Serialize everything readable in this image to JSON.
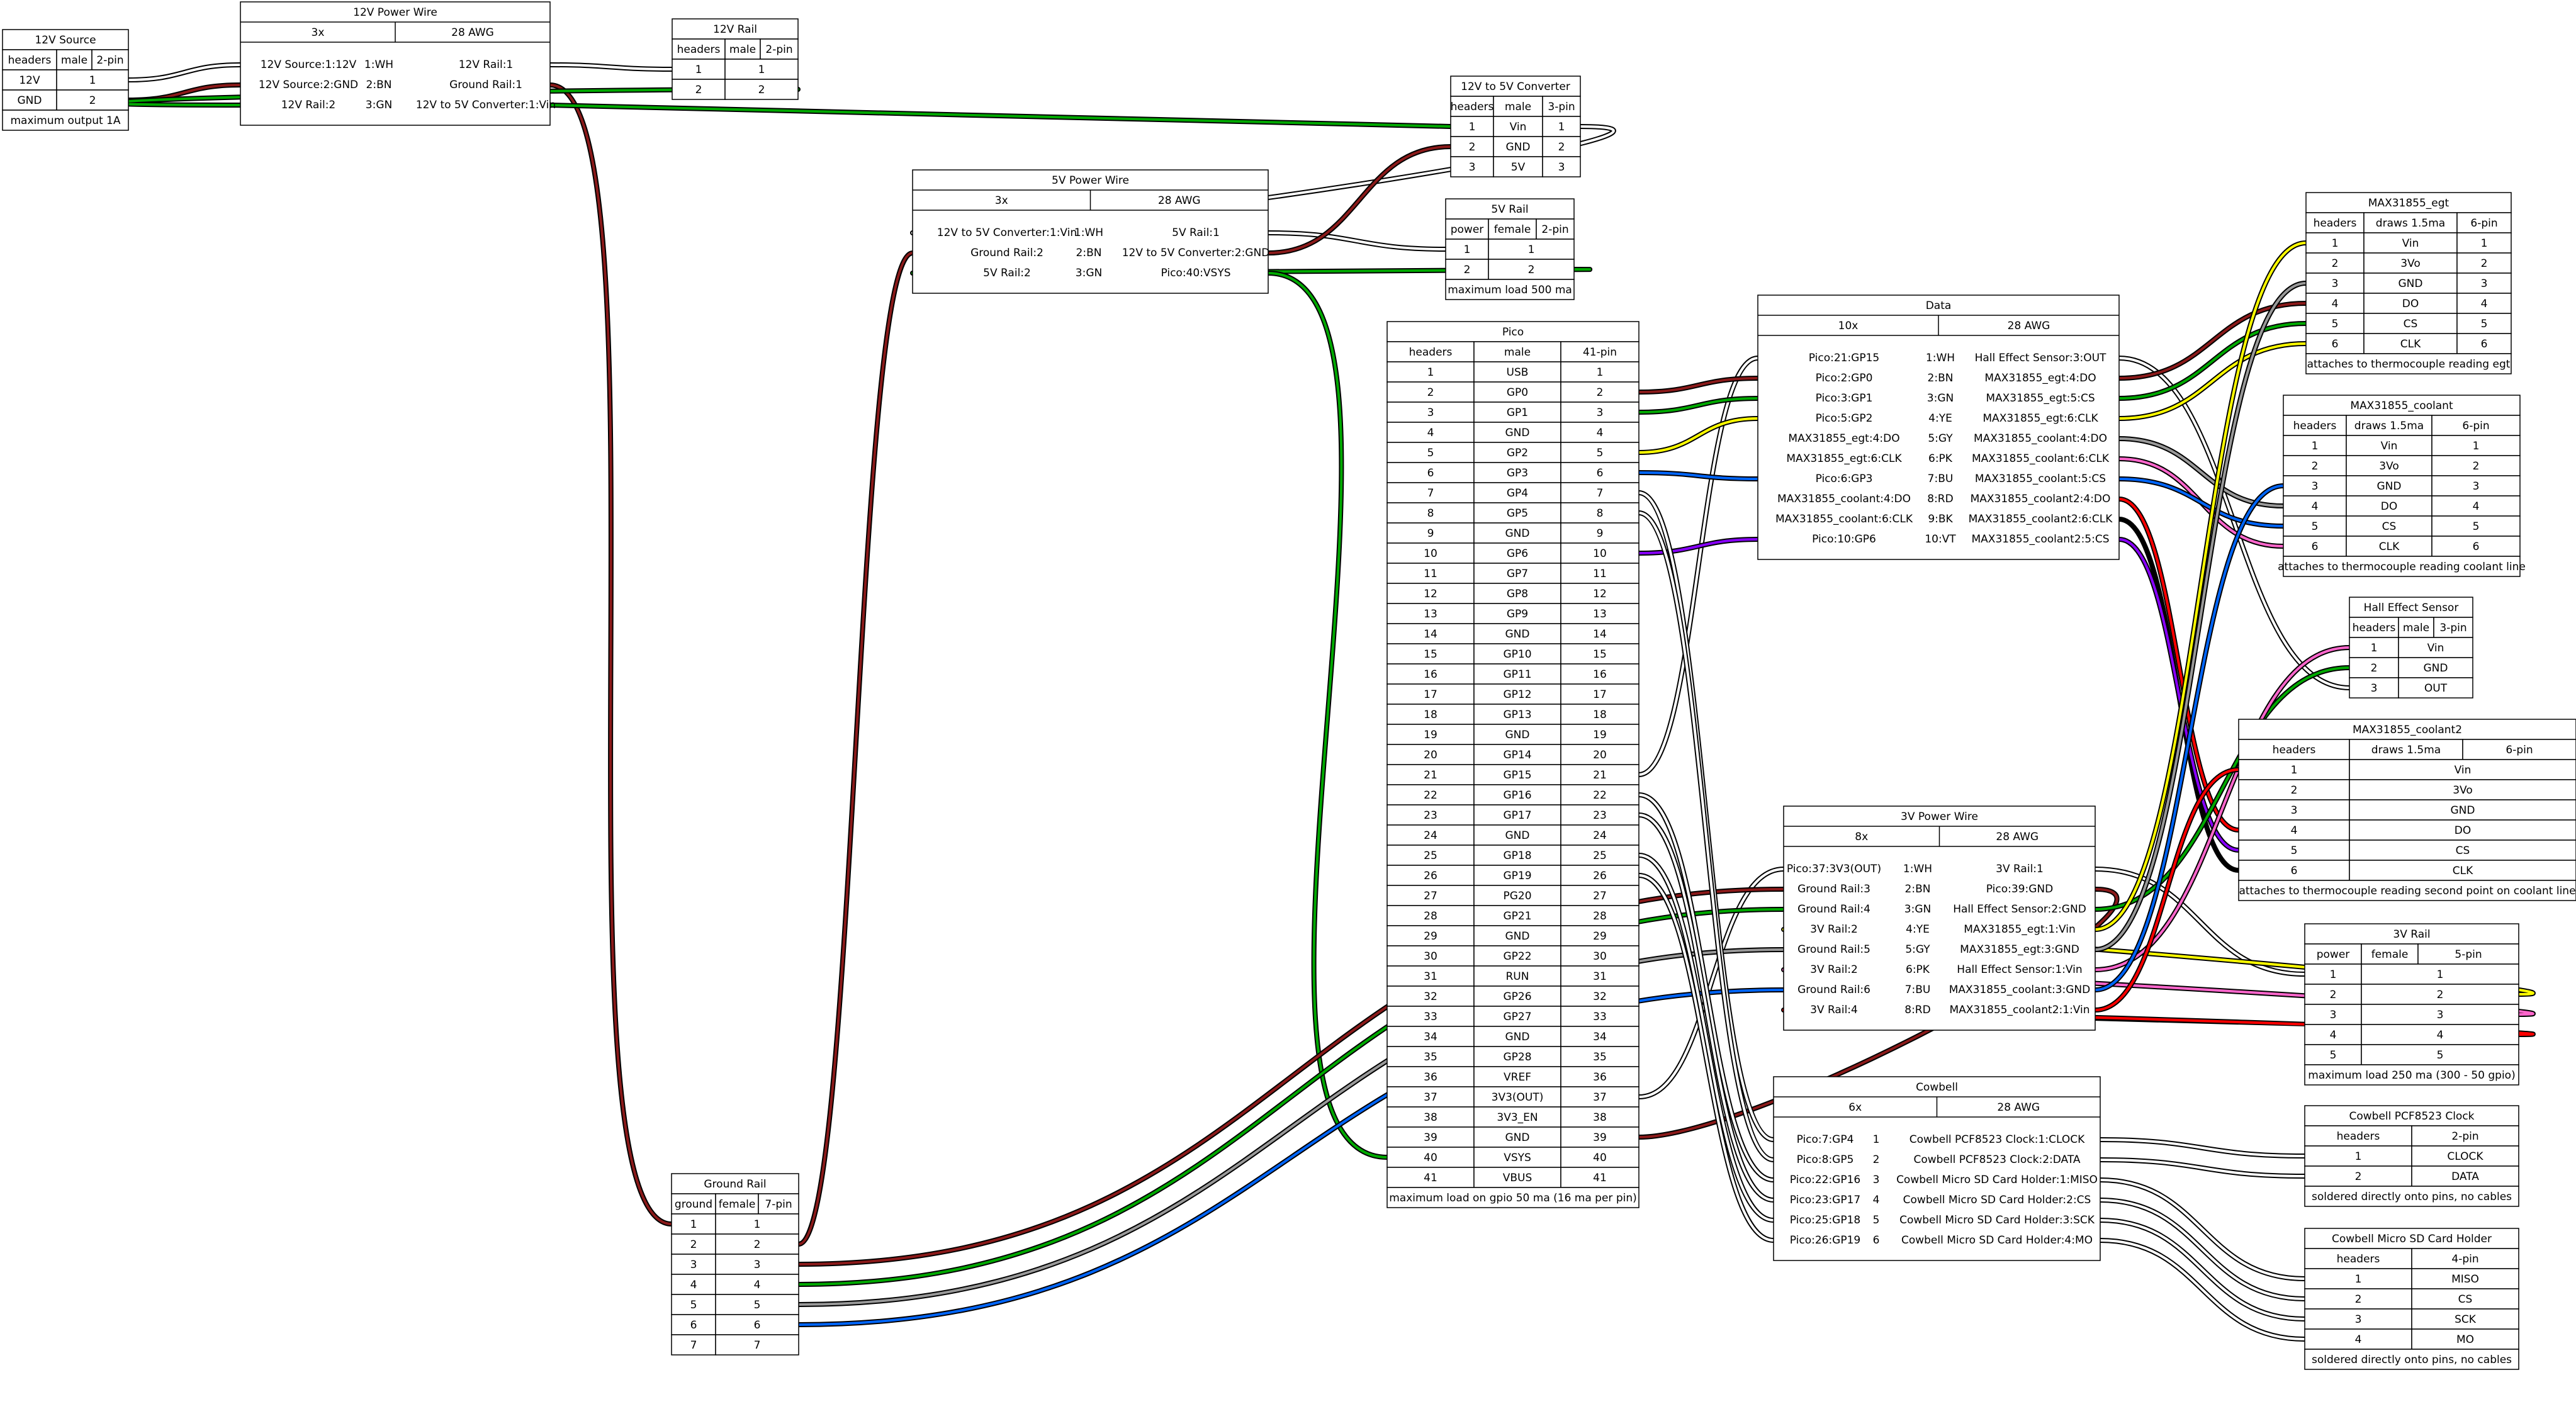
{
  "diagram": {
    "wire_colors": {
      "WH": "#ffffff",
      "BN": "#8b1a1a",
      "GN": "#00aa00",
      "YE": "#ffff00",
      "GY": "#999999",
      "PK": "#ff66cc",
      "BU": "#0066ff",
      "RD": "#ff0000",
      "BK": "#000000",
      "VT": "#8800ff",
      "WIRE": "#2a2a2a"
    },
    "source12": {
      "title": "12V Source",
      "headers": [
        "headers",
        "male",
        "2-pin"
      ],
      "rows": [
        [
          "12V",
          "1"
        ],
        [
          "GND",
          "2"
        ]
      ],
      "note": "maximum output 1A"
    },
    "wire12": {
      "title": "12V Power Wire",
      "count": "3x",
      "gauge": "28 AWG",
      "rows": [
        [
          "12V Source:1:12V",
          "1:WH",
          "12V Rail:1"
        ],
        [
          "12V Source:2:GND",
          "2:BN",
          "Ground Rail:1"
        ],
        [
          "12V Rail:2",
          "3:GN",
          "12V to 5V Converter:1:Vin"
        ]
      ]
    },
    "rail12": {
      "title": "12V Rail",
      "headers": [
        "headers",
        "male",
        "2-pin"
      ],
      "rows": [
        [
          "1",
          "1"
        ],
        [
          "2",
          "2"
        ]
      ]
    },
    "conv": {
      "title": "12V to 5V Converter",
      "headers": [
        "headers",
        "male",
        "3-pin"
      ],
      "rows": [
        [
          "1",
          "Vin",
          "1"
        ],
        [
          "2",
          "GND",
          "2"
        ],
        [
          "3",
          "5V",
          "3"
        ]
      ]
    },
    "wire5": {
      "title": "5V Power Wire",
      "count": "3x",
      "gauge": "28 AWG",
      "rows": [
        [
          "12V to 5V Converter:1:Vin",
          "1:WH",
          "5V Rail:1"
        ],
        [
          "Ground Rail:2",
          "2:BN",
          "12V to 5V Converter:2:GND"
        ],
        [
          "5V Rail:2",
          "3:GN",
          "Pico:40:VSYS"
        ]
      ]
    },
    "rail5": {
      "title": "5V Rail",
      "headers": [
        "power",
        "female",
        "2-pin"
      ],
      "rows": [
        [
          "1",
          "1"
        ],
        [
          "2",
          "2"
        ]
      ],
      "note": "maximum load 500 ma"
    },
    "pico": {
      "title": "Pico",
      "headers": [
        "headers",
        "male",
        "41-pin"
      ],
      "rows": [
        [
          "1",
          "USB",
          "1"
        ],
        [
          "2",
          "GP0",
          "2"
        ],
        [
          "3",
          "GP1",
          "3"
        ],
        [
          "4",
          "GND",
          "4"
        ],
        [
          "5",
          "GP2",
          "5"
        ],
        [
          "6",
          "GP3",
          "6"
        ],
        [
          "7",
          "GP4",
          "7"
        ],
        [
          "8",
          "GP5",
          "8"
        ],
        [
          "9",
          "GND",
          "9"
        ],
        [
          "10",
          "GP6",
          "10"
        ],
        [
          "11",
          "GP7",
          "11"
        ],
        [
          "12",
          "GP8",
          "12"
        ],
        [
          "13",
          "GP9",
          "13"
        ],
        [
          "14",
          "GND",
          "14"
        ],
        [
          "15",
          "GP10",
          "15"
        ],
        [
          "16",
          "GP11",
          "16"
        ],
        [
          "17",
          "GP12",
          "17"
        ],
        [
          "18",
          "GP13",
          "18"
        ],
        [
          "19",
          "GND",
          "19"
        ],
        [
          "20",
          "GP14",
          "20"
        ],
        [
          "21",
          "GP15",
          "21"
        ],
        [
          "22",
          "GP16",
          "22"
        ],
        [
          "23",
          "GP17",
          "23"
        ],
        [
          "24",
          "GND",
          "24"
        ],
        [
          "25",
          "GP18",
          "25"
        ],
        [
          "26",
          "GP19",
          "26"
        ],
        [
          "27",
          "PG20",
          "27"
        ],
        [
          "28",
          "GP21",
          "28"
        ],
        [
          "29",
          "GND",
          "29"
        ],
        [
          "30",
          "GP22",
          "30"
        ],
        [
          "31",
          "RUN",
          "31"
        ],
        [
          "32",
          "GP26",
          "32"
        ],
        [
          "33",
          "GP27",
          "33"
        ],
        [
          "34",
          "GND",
          "34"
        ],
        [
          "35",
          "GP28",
          "35"
        ],
        [
          "36",
          "VREF",
          "36"
        ],
        [
          "37",
          "3V3(OUT)",
          "37"
        ],
        [
          "38",
          "3V3_EN",
          "38"
        ],
        [
          "39",
          "GND",
          "39"
        ],
        [
          "40",
          "VSYS",
          "40"
        ],
        [
          "41",
          "VBUS",
          "41"
        ]
      ],
      "note": "maximum load on gpio 50 ma (16 ma per pin)"
    },
    "data": {
      "title": "Data",
      "count": "10x",
      "gauge": "28 AWG",
      "rows": [
        [
          "Pico:21:GP15",
          "1:WH",
          "Hall Effect Sensor:3:OUT"
        ],
        [
          "Pico:2:GP0",
          "2:BN",
          "MAX31855_egt:4:DO"
        ],
        [
          "Pico:3:GP1",
          "3:GN",
          "MAX31855_egt:5:CS"
        ],
        [
          "Pico:5:GP2",
          "4:YE",
          "MAX31855_egt:6:CLK"
        ],
        [
          "MAX31855_egt:4:DO",
          "5:GY",
          "MAX31855_coolant:4:DO"
        ],
        [
          "MAX31855_egt:6:CLK",
          "6:PK",
          "MAX31855_coolant:6:CLK"
        ],
        [
          "Pico:6:GP3",
          "7:BU",
          "MAX31855_coolant:5:CS"
        ],
        [
          "MAX31855_coolant:4:DO",
          "8:RD",
          "MAX31855_coolant2:4:DO"
        ],
        [
          "MAX31855_coolant:6:CLK",
          "9:BK",
          "MAX31855_coolant2:6:CLK"
        ],
        [
          "Pico:10:GP6",
          "10:VT",
          "MAX31855_coolant2:5:CS"
        ]
      ]
    },
    "egt": {
      "title": "MAX31855_egt",
      "headers": [
        "headers",
        "draws 1.5ma",
        "6-pin"
      ],
      "rows": [
        [
          "1",
          "Vin",
          "1"
        ],
        [
          "2",
          "3Vo",
          "2"
        ],
        [
          "3",
          "GND",
          "3"
        ],
        [
          "4",
          "DO",
          "4"
        ],
        [
          "5",
          "CS",
          "5"
        ],
        [
          "6",
          "CLK",
          "6"
        ]
      ],
      "note": "attaches to thermocouple reading egt"
    },
    "coolant": {
      "title": "MAX31855_coolant",
      "headers": [
        "headers",
        "draws 1.5ma",
        "6-pin"
      ],
      "rows": [
        [
          "1",
          "Vin",
          "1"
        ],
        [
          "2",
          "3Vo",
          "2"
        ],
        [
          "3",
          "GND",
          "3"
        ],
        [
          "4",
          "DO",
          "4"
        ],
        [
          "5",
          "CS",
          "5"
        ],
        [
          "6",
          "CLK",
          "6"
        ]
      ],
      "note": "attaches to thermocouple reading coolant line"
    },
    "hall": {
      "title": "Hall Effect Sensor",
      "headers": [
        "headers",
        "male",
        "3-pin"
      ],
      "rows": [
        [
          "1",
          "Vin"
        ],
        [
          "2",
          "GND"
        ],
        [
          "3",
          "OUT"
        ]
      ]
    },
    "coolant2": {
      "title": "MAX31855_coolant2",
      "headers": [
        "headers",
        "draws 1.5ma",
        "6-pin"
      ],
      "rows": [
        [
          "1",
          "Vin"
        ],
        [
          "2",
          "3Vo"
        ],
        [
          "3",
          "GND"
        ],
        [
          "4",
          "DO"
        ],
        [
          "5",
          "CS"
        ],
        [
          "6",
          "CLK"
        ]
      ],
      "note": "attaches to thermocouple reading second point on coolant line"
    },
    "wire3": {
      "title": "3V Power Wire",
      "count": "8x",
      "gauge": "28 AWG",
      "rows": [
        [
          "Pico:37:3V3(OUT)",
          "1:WH",
          "3V Rail:1"
        ],
        [
          "Ground Rail:3",
          "2:BN",
          "Pico:39:GND"
        ],
        [
          "Ground Rail:4",
          "3:GN",
          "Hall Effect Sensor:2:GND"
        ],
        [
          "3V Rail:2",
          "4:YE",
          "MAX31855_egt:1:Vin"
        ],
        [
          "Ground Rail:5",
          "5:GY",
          "MAX31855_egt:3:GND"
        ],
        [
          "3V Rail:2",
          "6:PK",
          "Hall Effect Sensor:1:Vin"
        ],
        [
          "Ground Rail:6",
          "7:BU",
          "MAX31855_coolant:3:GND"
        ],
        [
          "3V Rail:4",
          "8:RD",
          "MAX31855_coolant2:1:Vin"
        ]
      ]
    },
    "rail3": {
      "title": "3V Rail",
      "headers": [
        "power",
        "female",
        "5-pin"
      ],
      "rows": [
        [
          "1",
          "1"
        ],
        [
          "2",
          "2"
        ],
        [
          "3",
          "3"
        ],
        [
          "4",
          "4"
        ],
        [
          "5",
          "5"
        ]
      ],
      "note": "maximum load 250 ma (300 - 50 gpio)"
    },
    "cowbell": {
      "title": "Cowbell",
      "count": "6x",
      "gauge": "28 AWG",
      "rows": [
        [
          "Pico:7:GP4",
          "1",
          "Cowbell PCF8523 Clock:1:CLOCK"
        ],
        [
          "Pico:8:GP5",
          "2",
          "Cowbell PCF8523 Clock:2:DATA"
        ],
        [
          "Pico:22:GP16",
          "3",
          "Cowbell Micro SD Card Holder:1:MISO"
        ],
        [
          "Pico:23:GP17",
          "4",
          "Cowbell Micro SD Card Holder:2:CS"
        ],
        [
          "Pico:25:GP18",
          "5",
          "Cowbell Micro SD Card Holder:3:SCK"
        ],
        [
          "Pico:26:GP19",
          "6",
          "Cowbell Micro SD Card Holder:4:MO"
        ]
      ]
    },
    "clock": {
      "title": "Cowbell PCF8523 Clock",
      "headers": [
        "headers",
        "2-pin"
      ],
      "rows": [
        [
          "1",
          "CLOCK"
        ],
        [
          "2",
          "DATA"
        ]
      ],
      "note": "soldered directly onto pins, no cables"
    },
    "sd": {
      "title": "Cowbell Micro SD Card Holder",
      "headers": [
        "headers",
        "4-pin"
      ],
      "rows": [
        [
          "1",
          "MISO"
        ],
        [
          "2",
          "CS"
        ],
        [
          "3",
          "SCK"
        ],
        [
          "4",
          "MO"
        ]
      ],
      "note": "soldered directly onto pins, no cables"
    },
    "ground": {
      "title": "Ground Rail",
      "headers": [
        "ground",
        "female",
        "7-pin"
      ],
      "rows": [
        [
          "1",
          "1"
        ],
        [
          "2",
          "2"
        ],
        [
          "3",
          "3"
        ],
        [
          "4",
          "4"
        ],
        [
          "5",
          "5"
        ],
        [
          "6",
          "6"
        ],
        [
          "7",
          "7"
        ]
      ]
    }
  }
}
